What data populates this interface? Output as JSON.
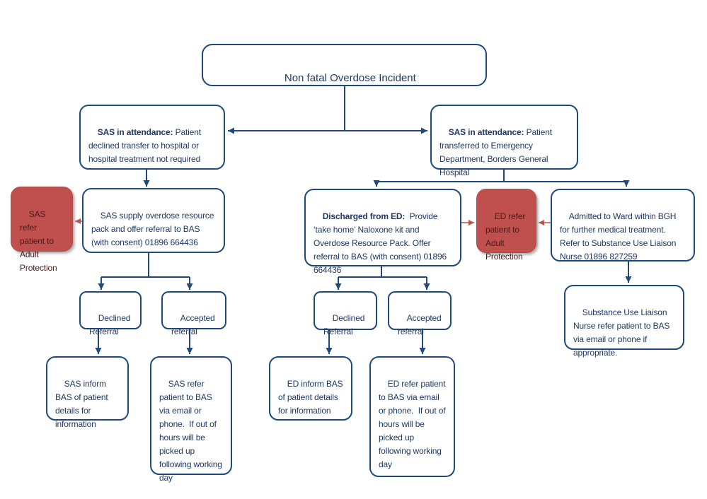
{
  "diagram_title": "Non fatal Overdose Incident",
  "colors": {
    "box_border": "#1F497D",
    "box_text": "#1F3864",
    "arrow_blue": "#1F497D",
    "arrow_red": "#C0504D",
    "red_box_fill": "#C0504D",
    "red_box_text": "#49191B"
  },
  "nodes": {
    "root": {
      "label": "Non fatal Overdose Incident"
    },
    "sas_no_transfer": {
      "bold": "SAS in attendance:",
      "rest": " Patient declined transfer to hospital or hospital treatment not required"
    },
    "sas_transfer": {
      "bold": "SAS in attendance:",
      "rest": " Patient transferred to Emergency Department, Borders General Hospital"
    },
    "sas_adult_protection": {
      "label": "SAS refer patient to Adult Protection"
    },
    "sas_supply": {
      "label": "SAS supply overdose resource pack and offer referral to BAS (with consent) 01896 664436"
    },
    "discharged_ed": {
      "bold": "Discharged from ED:",
      "rest": "  Provide ‘take home’ Naloxone kit and Overdose Resource Pack. Offer referral to BAS (with consent) 01896 664436"
    },
    "ed_adult_protection": {
      "label": "ED refer patient to Adult Protection"
    },
    "admitted_ward": {
      "label": "Admitted to Ward within BGH for further medical treatment. Refer to Substance Use Liaison Nurse 01896 827259"
    },
    "liaison_nurse": {
      "label": "Substance Use Liaison Nurse refer patient to BAS via email or phone if appropriate."
    },
    "sas_declined": {
      "label": "Declined Referral"
    },
    "sas_accepted": {
      "label": "Accepted referral"
    },
    "ed_declined": {
      "label": "Declined Referral"
    },
    "ed_accepted": {
      "label": "Accepted referral"
    },
    "sas_inform": {
      "label": "SAS inform BAS of patient details for information"
    },
    "sas_refer_bas": {
      "label": "SAS refer patient to BAS via email or phone.  If out of hours will be picked up following working day"
    },
    "ed_inform": {
      "label": "ED inform BAS of patient details for information"
    },
    "ed_refer_bas": {
      "label": "ED refer patient to BAS via email or phone.  If out of hours will be picked up following working day"
    }
  }
}
